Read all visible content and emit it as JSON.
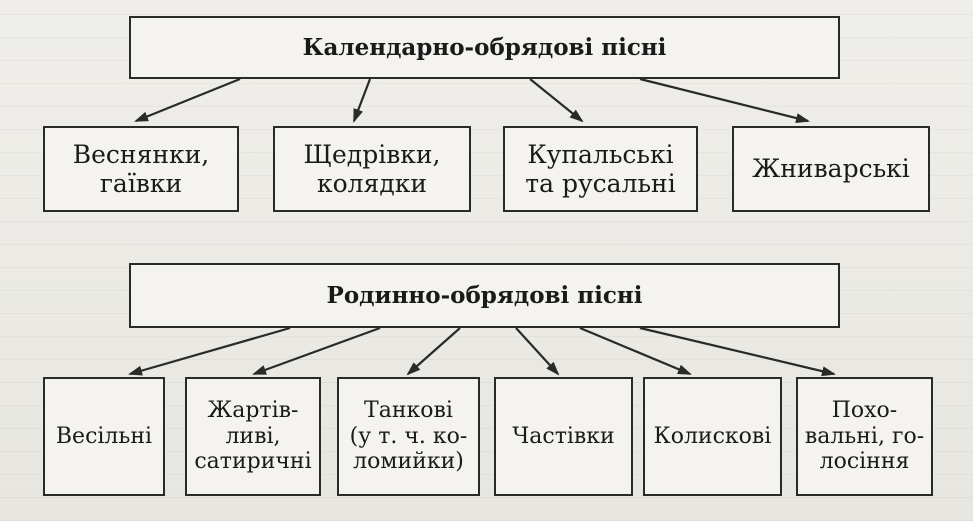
{
  "calendar": {
    "title": "Календарно-обрядові пісні",
    "items": [
      {
        "label": "Веснянки,\nгаївки"
      },
      {
        "label": "Щедрівки,\nколядки"
      },
      {
        "label": "Купальські\nта русальні"
      },
      {
        "label": "Жниварські"
      }
    ]
  },
  "family": {
    "title": "Родинно-обрядові пісні",
    "items": [
      {
        "label": "Весільні"
      },
      {
        "label": "Жартів-\nливі,\nсатиричні"
      },
      {
        "label": "Танкові\n(у т. ч. ко-\nломийки)"
      },
      {
        "label": "Частівки"
      },
      {
        "label": "Колискові"
      },
      {
        "label": "Похо-\nвальні, го-\nлосіння"
      }
    ]
  },
  "colors": {
    "line": "#2a2a2a",
    "box": "#f4f3ef",
    "page": "#ecebe6"
  }
}
